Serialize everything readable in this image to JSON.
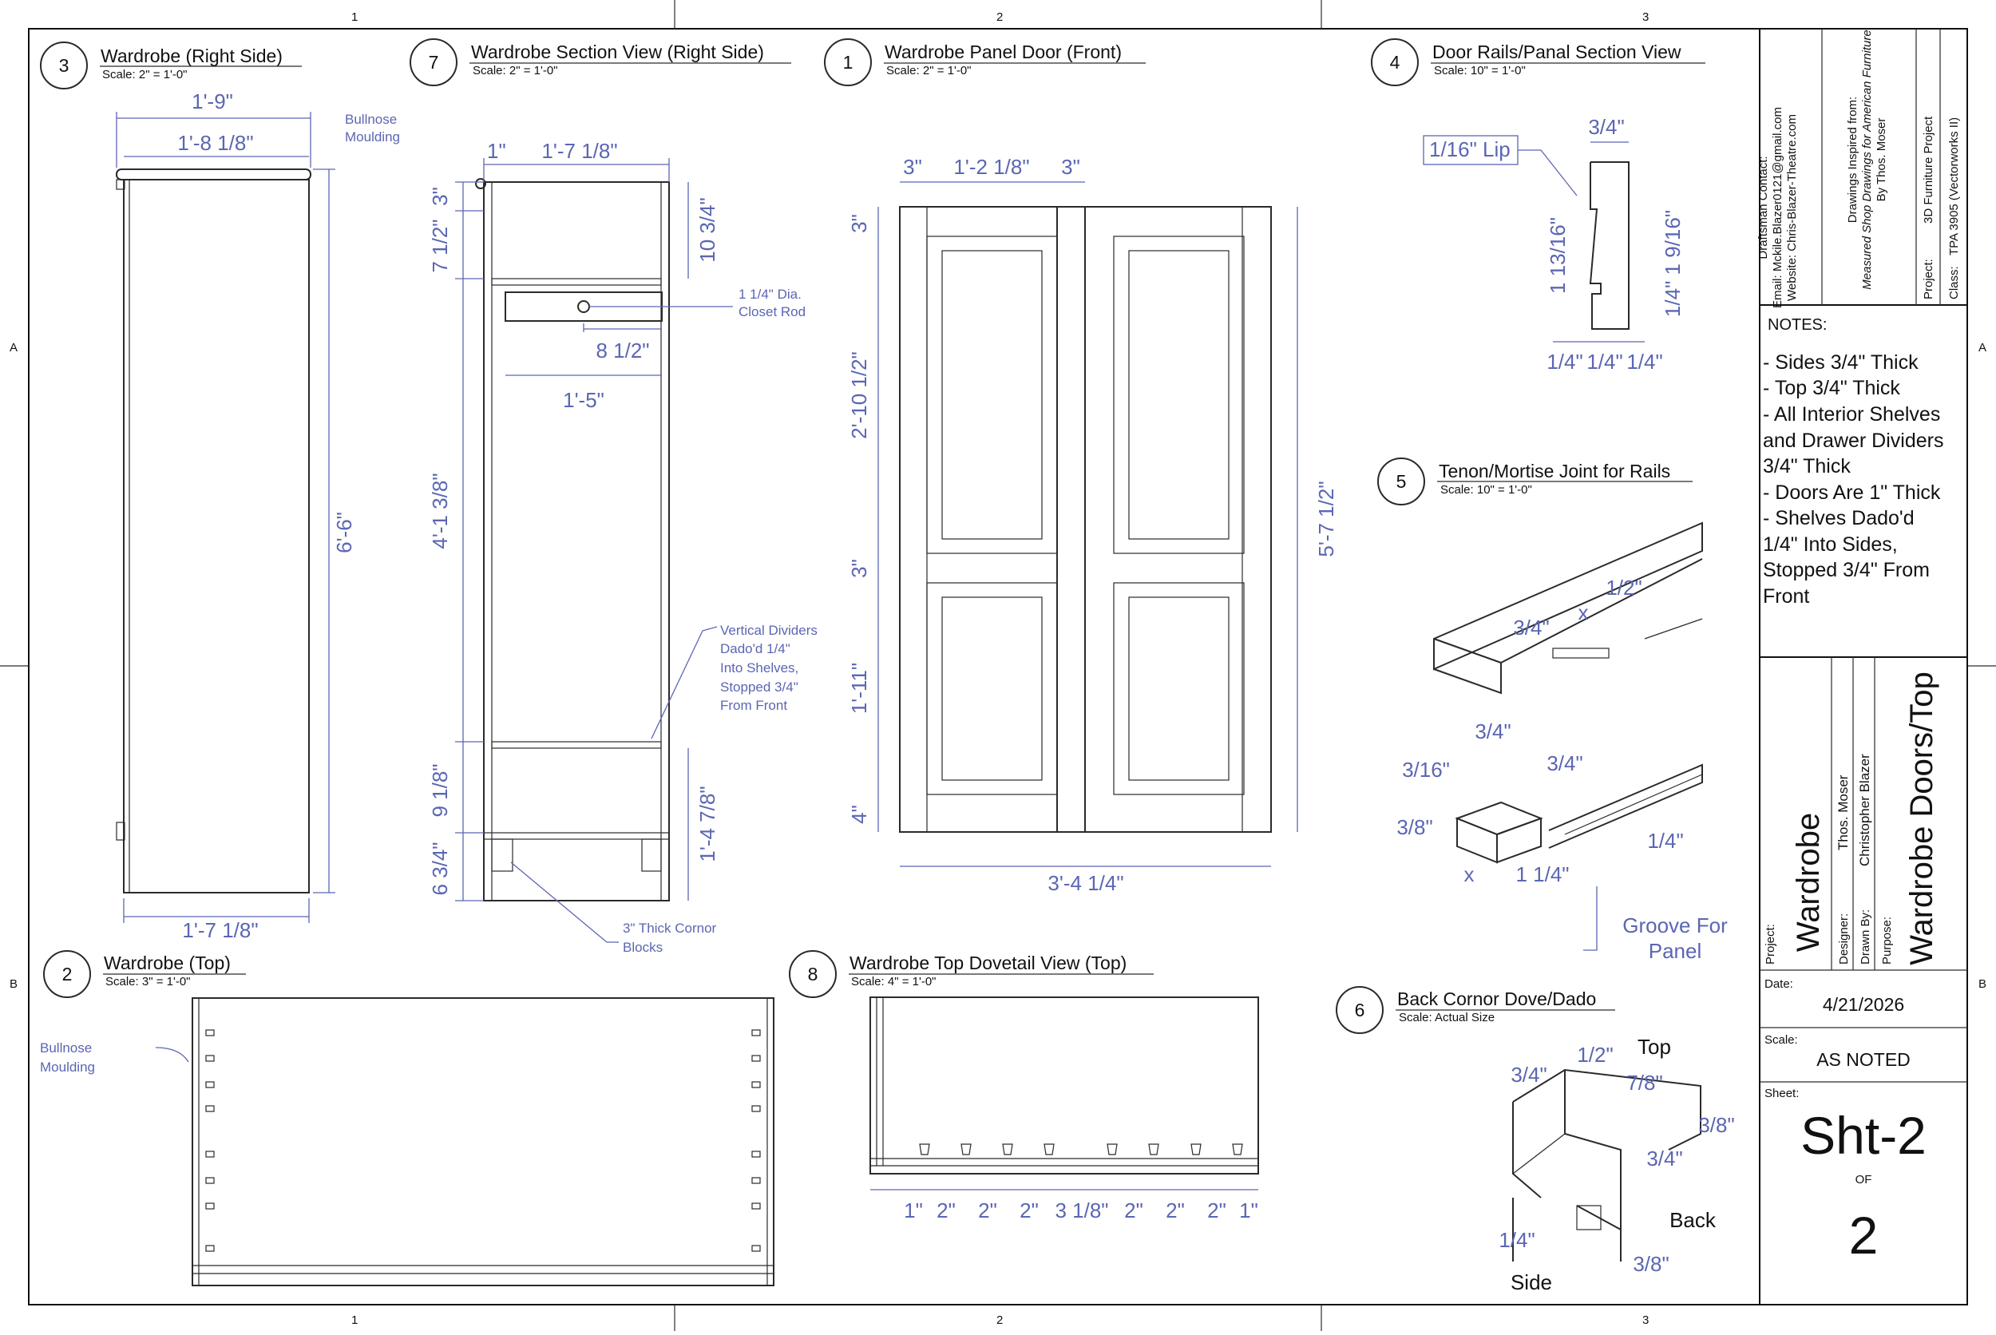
{
  "border": {
    "col_top": [
      "1",
      "2",
      "3"
    ],
    "col_bottom": [
      "1",
      "2",
      "3"
    ],
    "row_left": [
      "A",
      "B"
    ],
    "row_right": [
      "A",
      "B"
    ]
  },
  "views": {
    "v3": {
      "num": "3",
      "title": "Wardrobe (Right Side)",
      "scale": "Scale: 2\" = 1'-0\"",
      "dims": {
        "overall_width": "1'-9\"",
        "top_width": "1'-8 1/8\"",
        "height": "6'-6\"",
        "bottom_width": "1'-7 1/8\""
      },
      "note": [
        "Bullnose",
        "Moulding"
      ]
    },
    "v7": {
      "num": "7",
      "title": "Wardrobe Section View (Right Side)",
      "scale": "Scale: 2\" = 1'-0\"",
      "dims": {
        "d1": "1\"",
        "inner_width": "1'-7 1/8\"",
        "d3": "3\"",
        "d712": "7 1/2\"",
        "d1034": "10 3/4\"",
        "d812": "8 1/2\"",
        "d15": "1'-5\"",
        "d4138": "4'-1 3/8\"",
        "d918": "9 1/8\"",
        "d634": "6 3/4\"",
        "d1478": "1'-4 7/8\""
      },
      "rod_note": [
        "1 1/4\" Dia.",
        "Closet Rod"
      ],
      "divider_note": [
        "Vertical Dividers",
        "Dado'd 1/4\"",
        "Into Shelves,",
        "Stopped 3/4\"",
        "From Front"
      ],
      "block_note": [
        "3\" Thick Cornor",
        "Blocks"
      ]
    },
    "v1": {
      "num": "1",
      "title": "Wardrobe Panel Door (Front)",
      "scale": "Scale: 2\" = 1'-0\"",
      "dims": {
        "stile_l": "3\"",
        "center": "1'-2 1/8\"",
        "stile_r": "3\"",
        "rail_top": "3\"",
        "panel_up": "2'-10 1/2\"",
        "rail_mid": "3\"",
        "panel_low": "1'-11\"",
        "rail_bot": "4\"",
        "width": "3'-4 1/4\"",
        "height": "5'-7 1/2\""
      }
    },
    "v4": {
      "num": "4",
      "title": "Door Rails/Panal Section View",
      "scale": "Scale: 10\" = 1'-0\"",
      "dims": {
        "lip": "1/16\" Lip",
        "top": "3/4\"",
        "left": "1 13/16\"",
        "right": "1/4\" 1 9/16\"",
        "b1": "1/4\"",
        "b2": "1/4\"",
        "b3": "1/4\""
      }
    },
    "v5": {
      "num": "5",
      "title": "Tenon/Mortise Joint for Rails",
      "scale": "Scale: 10\" = 1'-0\"",
      "dims": {
        "a": "3/4\"",
        "x1": "x",
        "b": "1/2\"",
        "c": "3/4\"",
        "d": "3/16\"",
        "e": "3/4\"",
        "f": "3/8\"",
        "g": "1/4\"",
        "x2": "x",
        "h": "1 1/4\""
      },
      "note": [
        "Groove For",
        "Panel"
      ]
    },
    "v6": {
      "num": "6",
      "title": "Back Cornor Dove/Dado",
      "scale": "Scale: Actual Size",
      "dims": {
        "a": "3/4\"",
        "b": "1/2\"",
        "c": "7/8\"",
        "d": "3/8\"",
        "e": "3/4\"",
        "f": "1/4\"",
        "g": "3/8\""
      },
      "labels": {
        "top": "Top",
        "back": "Back",
        "side": "Side"
      }
    },
    "v2": {
      "num": "2",
      "title": "Wardrobe (Top)",
      "scale": "Scale: 3\" = 1'-0\"",
      "note": [
        "Bullnose",
        "Moulding"
      ]
    },
    "v8": {
      "num": "8",
      "title": "Wardrobe Top Dovetail View (Top)",
      "scale": "Scale: 4\" = 1'-0\"",
      "dims": [
        "1\"",
        "2\"",
        "2\"",
        "2\"",
        "3 1/8\"",
        "2\"",
        "2\"",
        "2\"",
        "1\""
      ]
    }
  },
  "title_block": {
    "contact": [
      "Draftsman Contact:",
      "Email: Mckile.Blazer0121@gmail.com",
      "Website: Chris-Blazer-Theatre.com"
    ],
    "inspired": [
      "Drawings Inspired from:",
      "Measured Shop Drawings for American Furniture",
      "By Thos. Moser"
    ],
    "project_label": "Project:",
    "project": "3D Furniture Project",
    "class_label": "Class:",
    "class": "TPA 3905 (Vectorworks II)",
    "notes_title": "NOTES:",
    "notes": [
      "- Sides 3/4\" Thick",
      "- Top 3/4\" Thick",
      "- All Interior Shelves",
      "and Drawer Dividers",
      "3/4\" Thick",
      "- Doors Are 1\" Thick",
      "- Shelves Dado'd",
      "1/4\" Into Sides,",
      "Stopped 3/4\" From",
      "Front"
    ],
    "project2_label": "Project:",
    "project2": "Wardrobe",
    "designer_label": "Designer:",
    "designer": "Thos. Moser",
    "drawn_label": "Drawn By:",
    "drawn": "Christopher Blazer",
    "purpose_label": "Purpose:",
    "purpose": "Wardrobe Doors/Top",
    "date_label": "Date:",
    "date": "4/21/2026",
    "scale_label": "Scale:",
    "scale": "AS NOTED",
    "sheet_label": "Sheet:",
    "sheet": "Sht-2",
    "of": "OF",
    "total": "2"
  },
  "colors": {
    "dimension": "#5b66b3",
    "line": "#2a2a2a"
  }
}
